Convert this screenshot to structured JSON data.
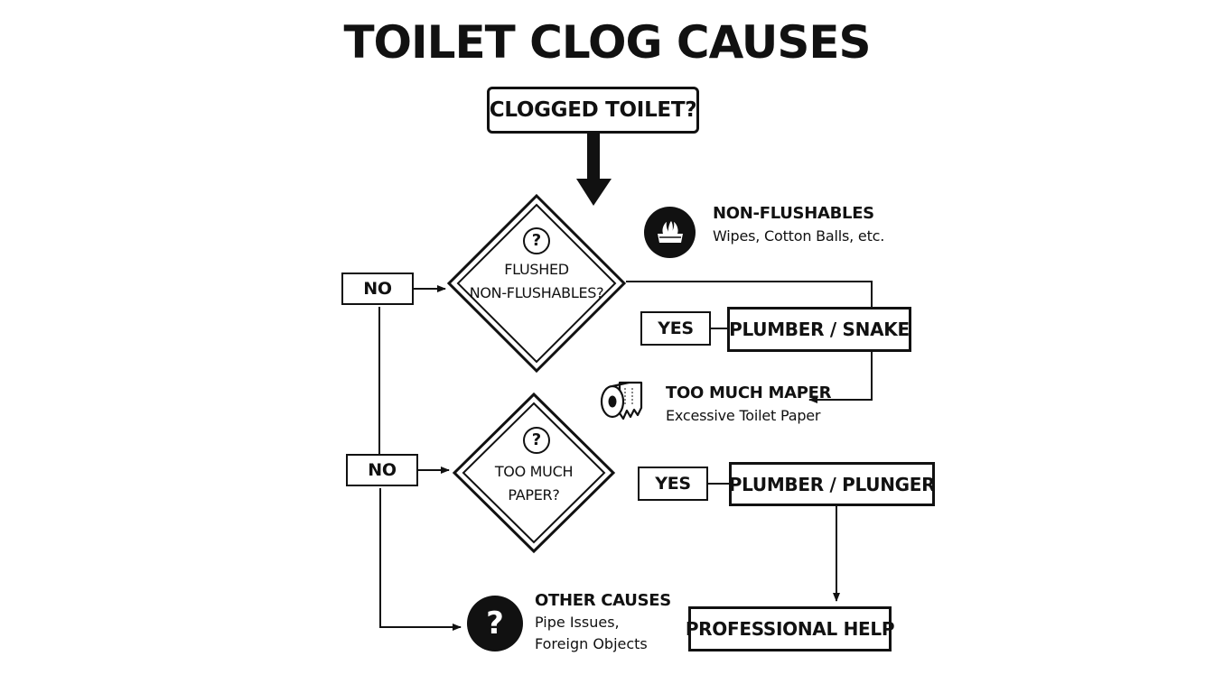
{
  "title": "TOILET CLOG CAUSES",
  "start": {
    "label": "CLOGGED TOILET?"
  },
  "decisions": [
    {
      "line1": "FLUSHED",
      "line2": "NON-FLUSHABLES?",
      "mark": "?"
    },
    {
      "line1": "TOO MUCH",
      "line2": "PAPER?",
      "mark": "?"
    }
  ],
  "no_labels": [
    "NO",
    "NO"
  ],
  "yes_labels": [
    "YES",
    "YES"
  ],
  "actions": {
    "snake": "PLUMBER / SNAKE",
    "plunger": "PLUMBER / PLUNGER",
    "professional": "PROFESSIONAL HELP"
  },
  "causes": [
    {
      "heading": "NON-FLUSHABLES",
      "detail": "Wipes, Cotton Balls, etc.",
      "icon": "wipes-icon"
    },
    {
      "heading": "TOO MUCH MAPER",
      "detail": "Excessive Toilet Paper",
      "icon": "toilet-paper-icon"
    },
    {
      "heading": "OTHER CAUSES",
      "detail1": "Pipe Issues,",
      "detail2": "Foreign Objects",
      "icon": "question-circle-icon",
      "mark": "?"
    }
  ]
}
